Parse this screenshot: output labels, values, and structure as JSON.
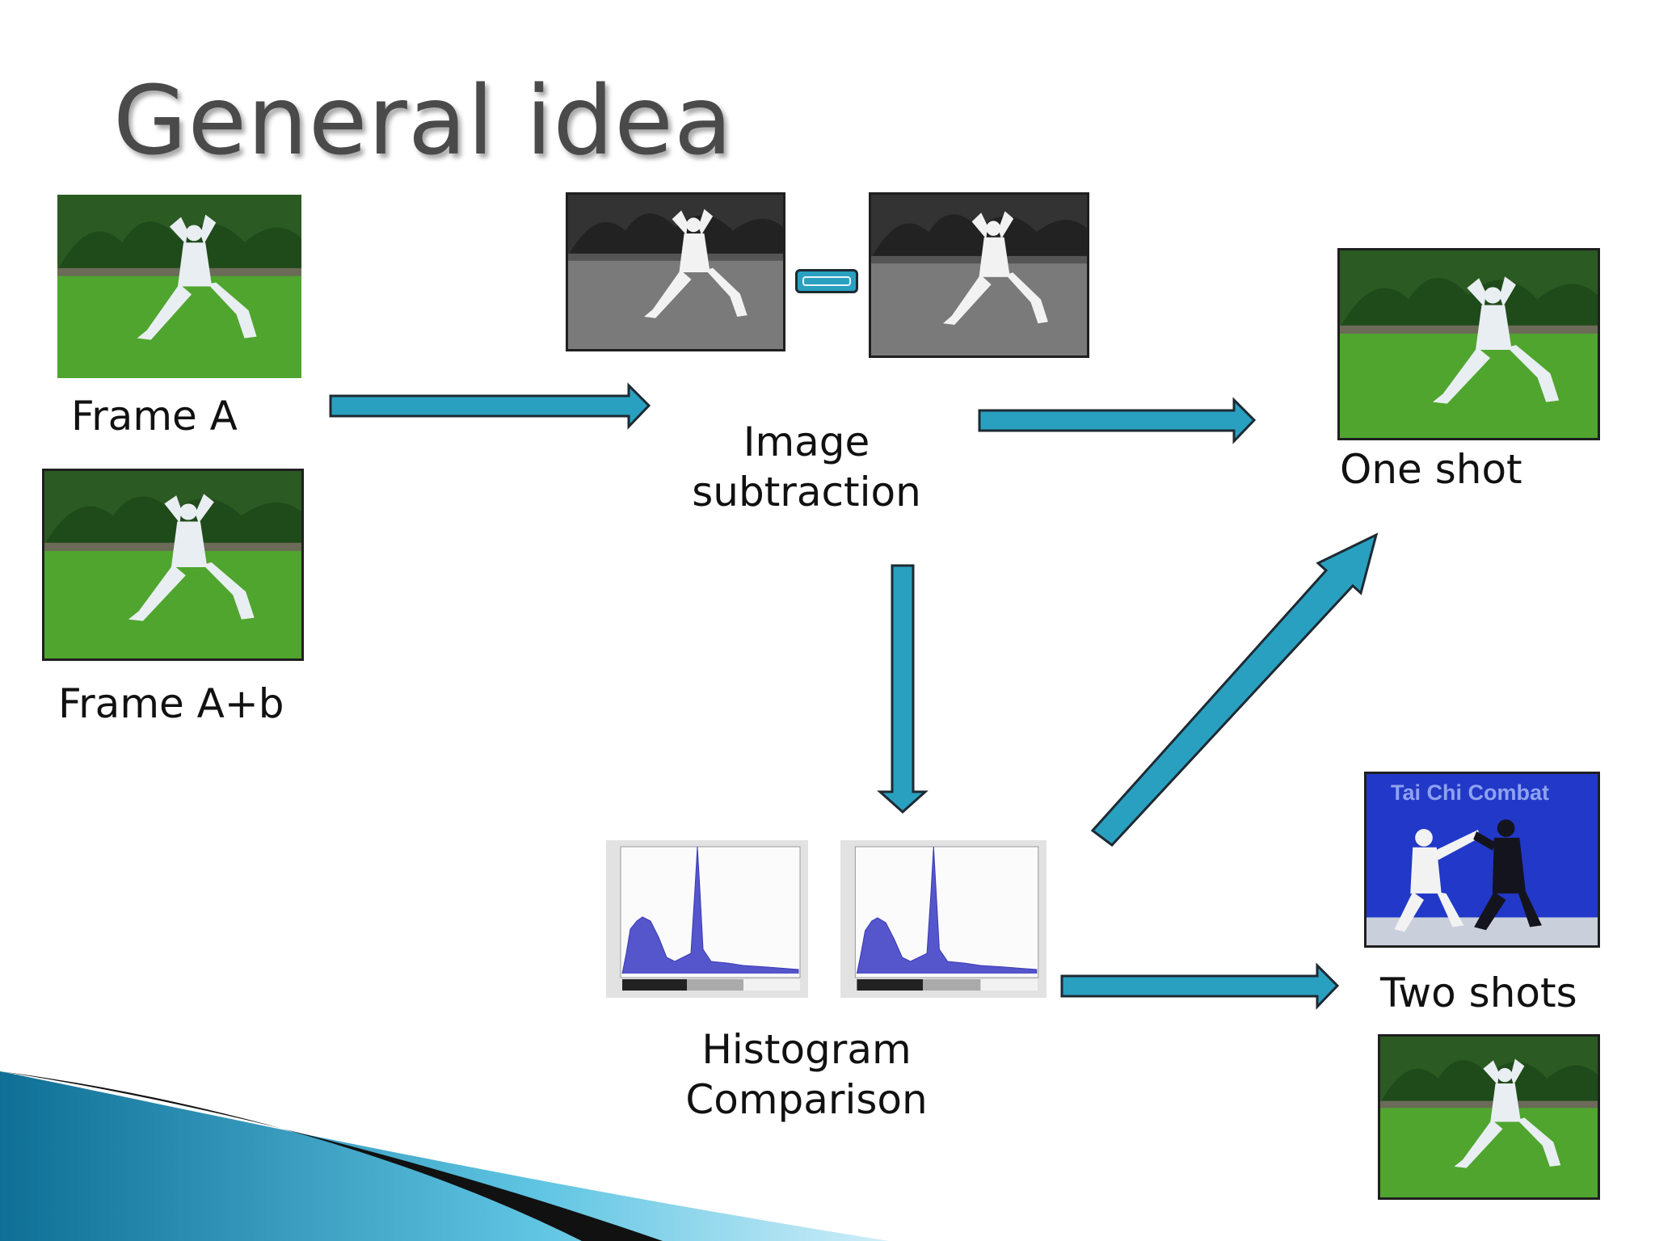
{
  "slide": {
    "title": "General idea"
  },
  "colors": {
    "arrow_fill": "#2aa0c0",
    "arrow_stroke": "#1d2a33",
    "grass": "#4fa52e",
    "sky_blue_backdrop": "#2138c8",
    "histogram_bars": "#5555cc"
  },
  "frames": {
    "frame_a": {
      "label": "Frame A"
    },
    "frame_a_b": {
      "label": "Frame A+b"
    }
  },
  "subtraction": {
    "label_line1": "Image",
    "label_line2": "subtraction",
    "operator_icon": "minus-icon"
  },
  "histogram": {
    "label_line1": "Histogram",
    "label_line2": "Comparison"
  },
  "results": {
    "one_shot": {
      "label": "One shot"
    },
    "two_shots": {
      "label": "Two shots",
      "overlay_text": "Tai Chi Combat"
    }
  }
}
